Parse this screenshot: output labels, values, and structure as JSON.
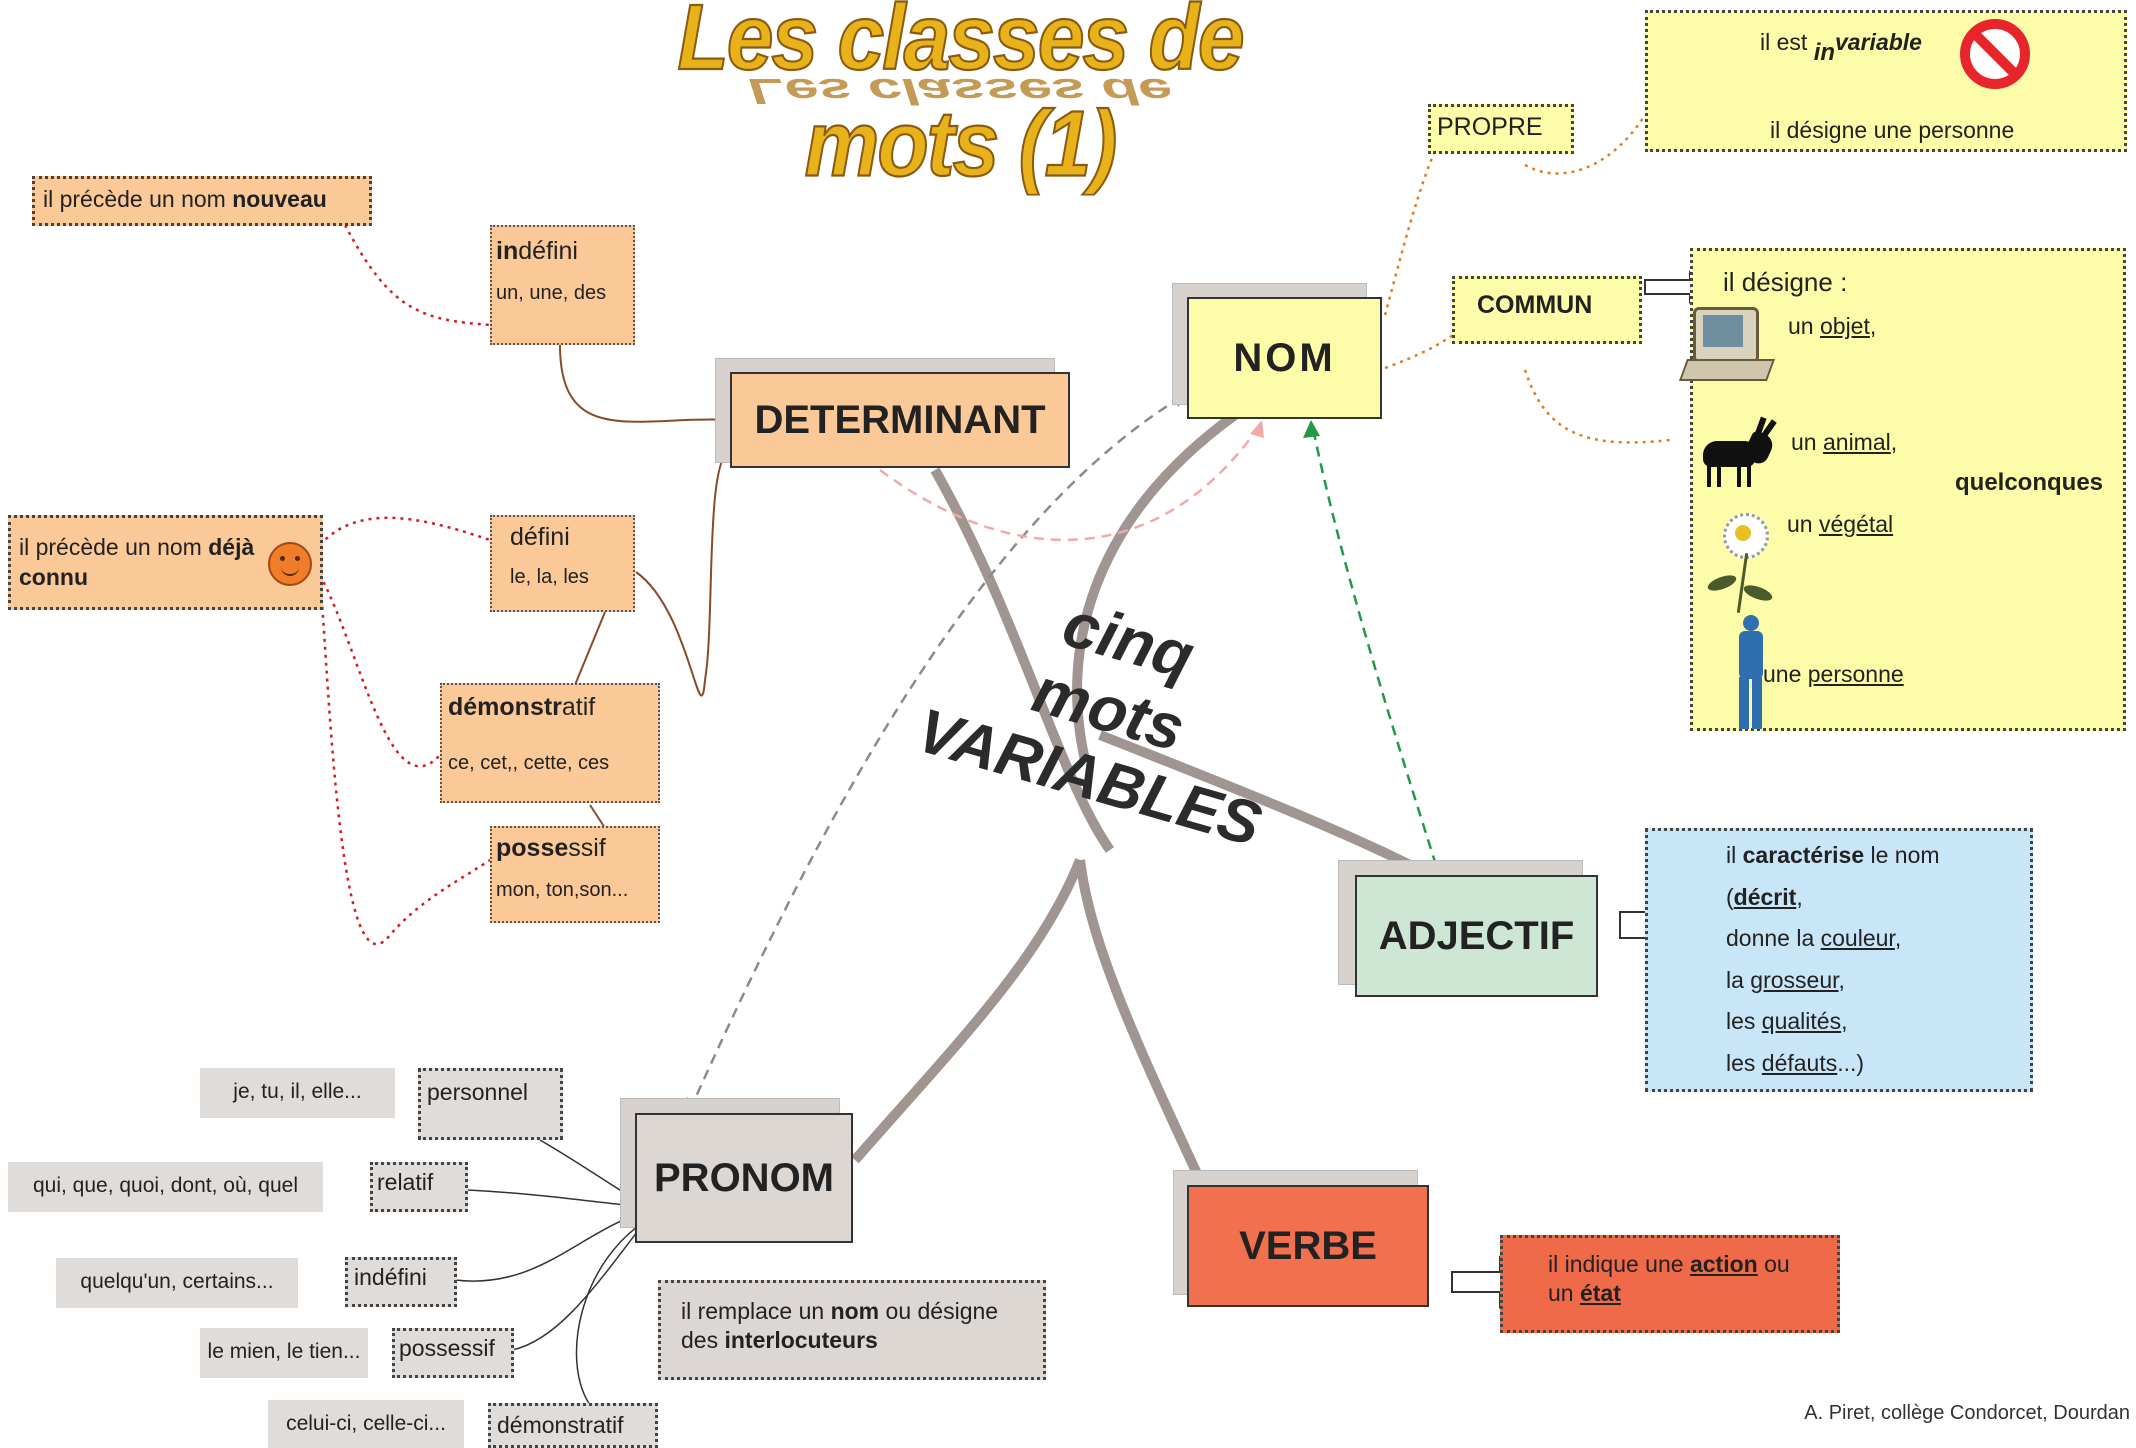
{
  "title": "Les classes de mots (1)",
  "center": {
    "line1": "cinq",
    "line2": "mots",
    "line3": "VARIABLES"
  },
  "credit": "A. Piret, collège Condorcet, Dourdan",
  "nodes": {
    "nom": "NOM",
    "determinant": "DETERMINANT",
    "adjectif": "ADJECTIF",
    "pronom": "PRONOM",
    "verbe": "VERBE"
  },
  "nom": {
    "propre": "PROPRE",
    "commun": "COMMUN",
    "propre_desc": {
      "invariable_prefix": "il est ",
      "invariable_in": "in",
      "invariable_word": "variable",
      "personne": "il désigne une personne"
    },
    "commun_desc": {
      "intro": "il désigne :",
      "un1": "un ",
      "objet": "objet",
      "objet_end": ",",
      "un2": "un ",
      "animal": "animal",
      "animal_end": ",",
      "un3": "un ",
      "vegetal": "végétal",
      "une": "une ",
      "personne": "personne",
      "quelconques": "quelconques"
    }
  },
  "determinant": {
    "nouveau_prefix": "il précède un nom ",
    "nouveau_bold": "nouveau",
    "connu_prefix": "il précède un nom ",
    "connu_bold1": "déjà",
    "connu_bold2": "connu",
    "indefini_bold": "in",
    "indefini_rest": "défini",
    "indefini_ex": "un, une, des",
    "defini_title": "défini",
    "defini_ex": "le, la, les",
    "demonstratif_bold": "démonstr",
    "demonstratif_rest": "atif",
    "demonstratif_ex": "ce, cet,, cette, ces",
    "possessif_bold": "posse",
    "possessif_rest": "ssif",
    "possessif_ex": "mon, ton,son..."
  },
  "adjectif": {
    "l1_pre": "il ",
    "l1_b": "caractérise",
    "l1_post": " le nom",
    "l2_pre": "(",
    "l2_b": "décrit",
    "l2_post": ",",
    "l3_pre": "donne la ",
    "l3_u": "couleur",
    "l3_post": ",",
    "l4_pre": "la ",
    "l4_u": "grosseur",
    "l4_post": ",",
    "l5_pre": "les ",
    "l5_u": "qualités",
    "l5_post": ",",
    "l6_pre": "les ",
    "l6_u": "défauts",
    "l6_post": "...)"
  },
  "verbe": {
    "pre": "il indique une ",
    "action": "action",
    "mid": " ou",
    "line2_pre": "un ",
    "etat": "état"
  },
  "pronom": {
    "desc_pre": "il remplace un ",
    "desc_nom": "nom",
    "desc_mid": " ou désigne",
    "desc_line2_pre": "des ",
    "desc_interlocuteurs": "interlocuteurs",
    "types": [
      "personnel",
      "relatif",
      "indéfini",
      "possessif",
      "démonstratif"
    ],
    "examples": [
      "je, tu, il, elle...",
      "qui, que, quoi, dont, où, quel",
      "quelqu'un, certains...",
      "le mien, le tien...",
      "celui-ci, celle-ci..."
    ]
  },
  "colors": {
    "determinant": "#fbc998",
    "nom": "#fdfca8",
    "adjectif": "#cde7d4",
    "pronom": "#ddd7d4",
    "verbe": "#f1704e",
    "adjectif_desc": "#c8e6f7",
    "verbe_desc": "#ef6a48",
    "branch": "#a09591"
  }
}
